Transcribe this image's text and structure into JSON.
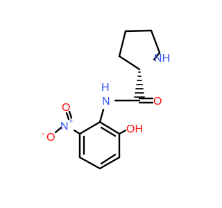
{
  "molecule": {
    "atoms": {
      "nh_ring": "N",
      "nh_ring_h": "H",
      "amide_nh": "N",
      "amide_nh_h": "H",
      "carbonyl_o": "O",
      "nitro_n": "N",
      "nitro_n_charge": "+",
      "nitro_o_top": "O",
      "nitro_o_minus": "O",
      "nitro_o_minus_charge": "-",
      "hydroxyl": "OH"
    },
    "colors": {
      "bond": "#000000",
      "nitrogen": "#3050F8",
      "oxygen": "#FF0D0D"
    }
  }
}
